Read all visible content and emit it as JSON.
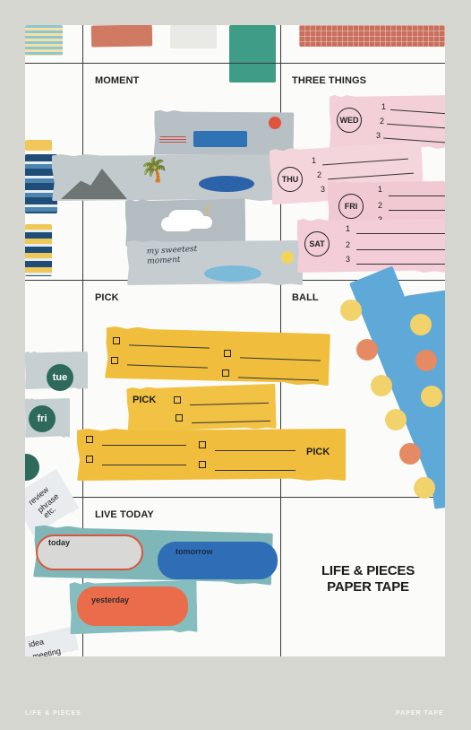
{
  "sections": {
    "moment": "MOMENT",
    "three_things": "THREE THINGS",
    "pick": "PICK",
    "ball": "BALL",
    "live_today": "LIVE TODAY"
  },
  "days": {
    "wed": "WED",
    "thu": "THU",
    "fri": "FRI",
    "sat": "SAT"
  },
  "numbers": [
    "1",
    "2",
    "3"
  ],
  "moment_caption": "my sweetest moment",
  "pick_label": "PICK",
  "left_tapes": {
    "tue": "tue",
    "fri": "fri",
    "review_list": [
      "review",
      "phrase",
      "etc."
    ],
    "idea_list": [
      "idea",
      "meeting"
    ]
  },
  "live_today": {
    "today": "today",
    "tomorrow": "tomorrow",
    "yesterday": "yesterday"
  },
  "brand": {
    "line1": "LIFE & PIECES",
    "line2": "PAPER TAPE"
  },
  "footer": {
    "left": "LIFE & PIECES",
    "right": "PAPER TAPE"
  },
  "colors": {
    "background": "#d6d6d1",
    "sheet": "#fbfbf9",
    "gray_tape": "#b9c0c4",
    "pink_tape": "#f1cfd8",
    "yellow_tape": "#f0be3c",
    "blue_tape": "#5fa9d8",
    "teal_tape": "#7fb6b8",
    "dark_green": "#2e6a5c"
  }
}
